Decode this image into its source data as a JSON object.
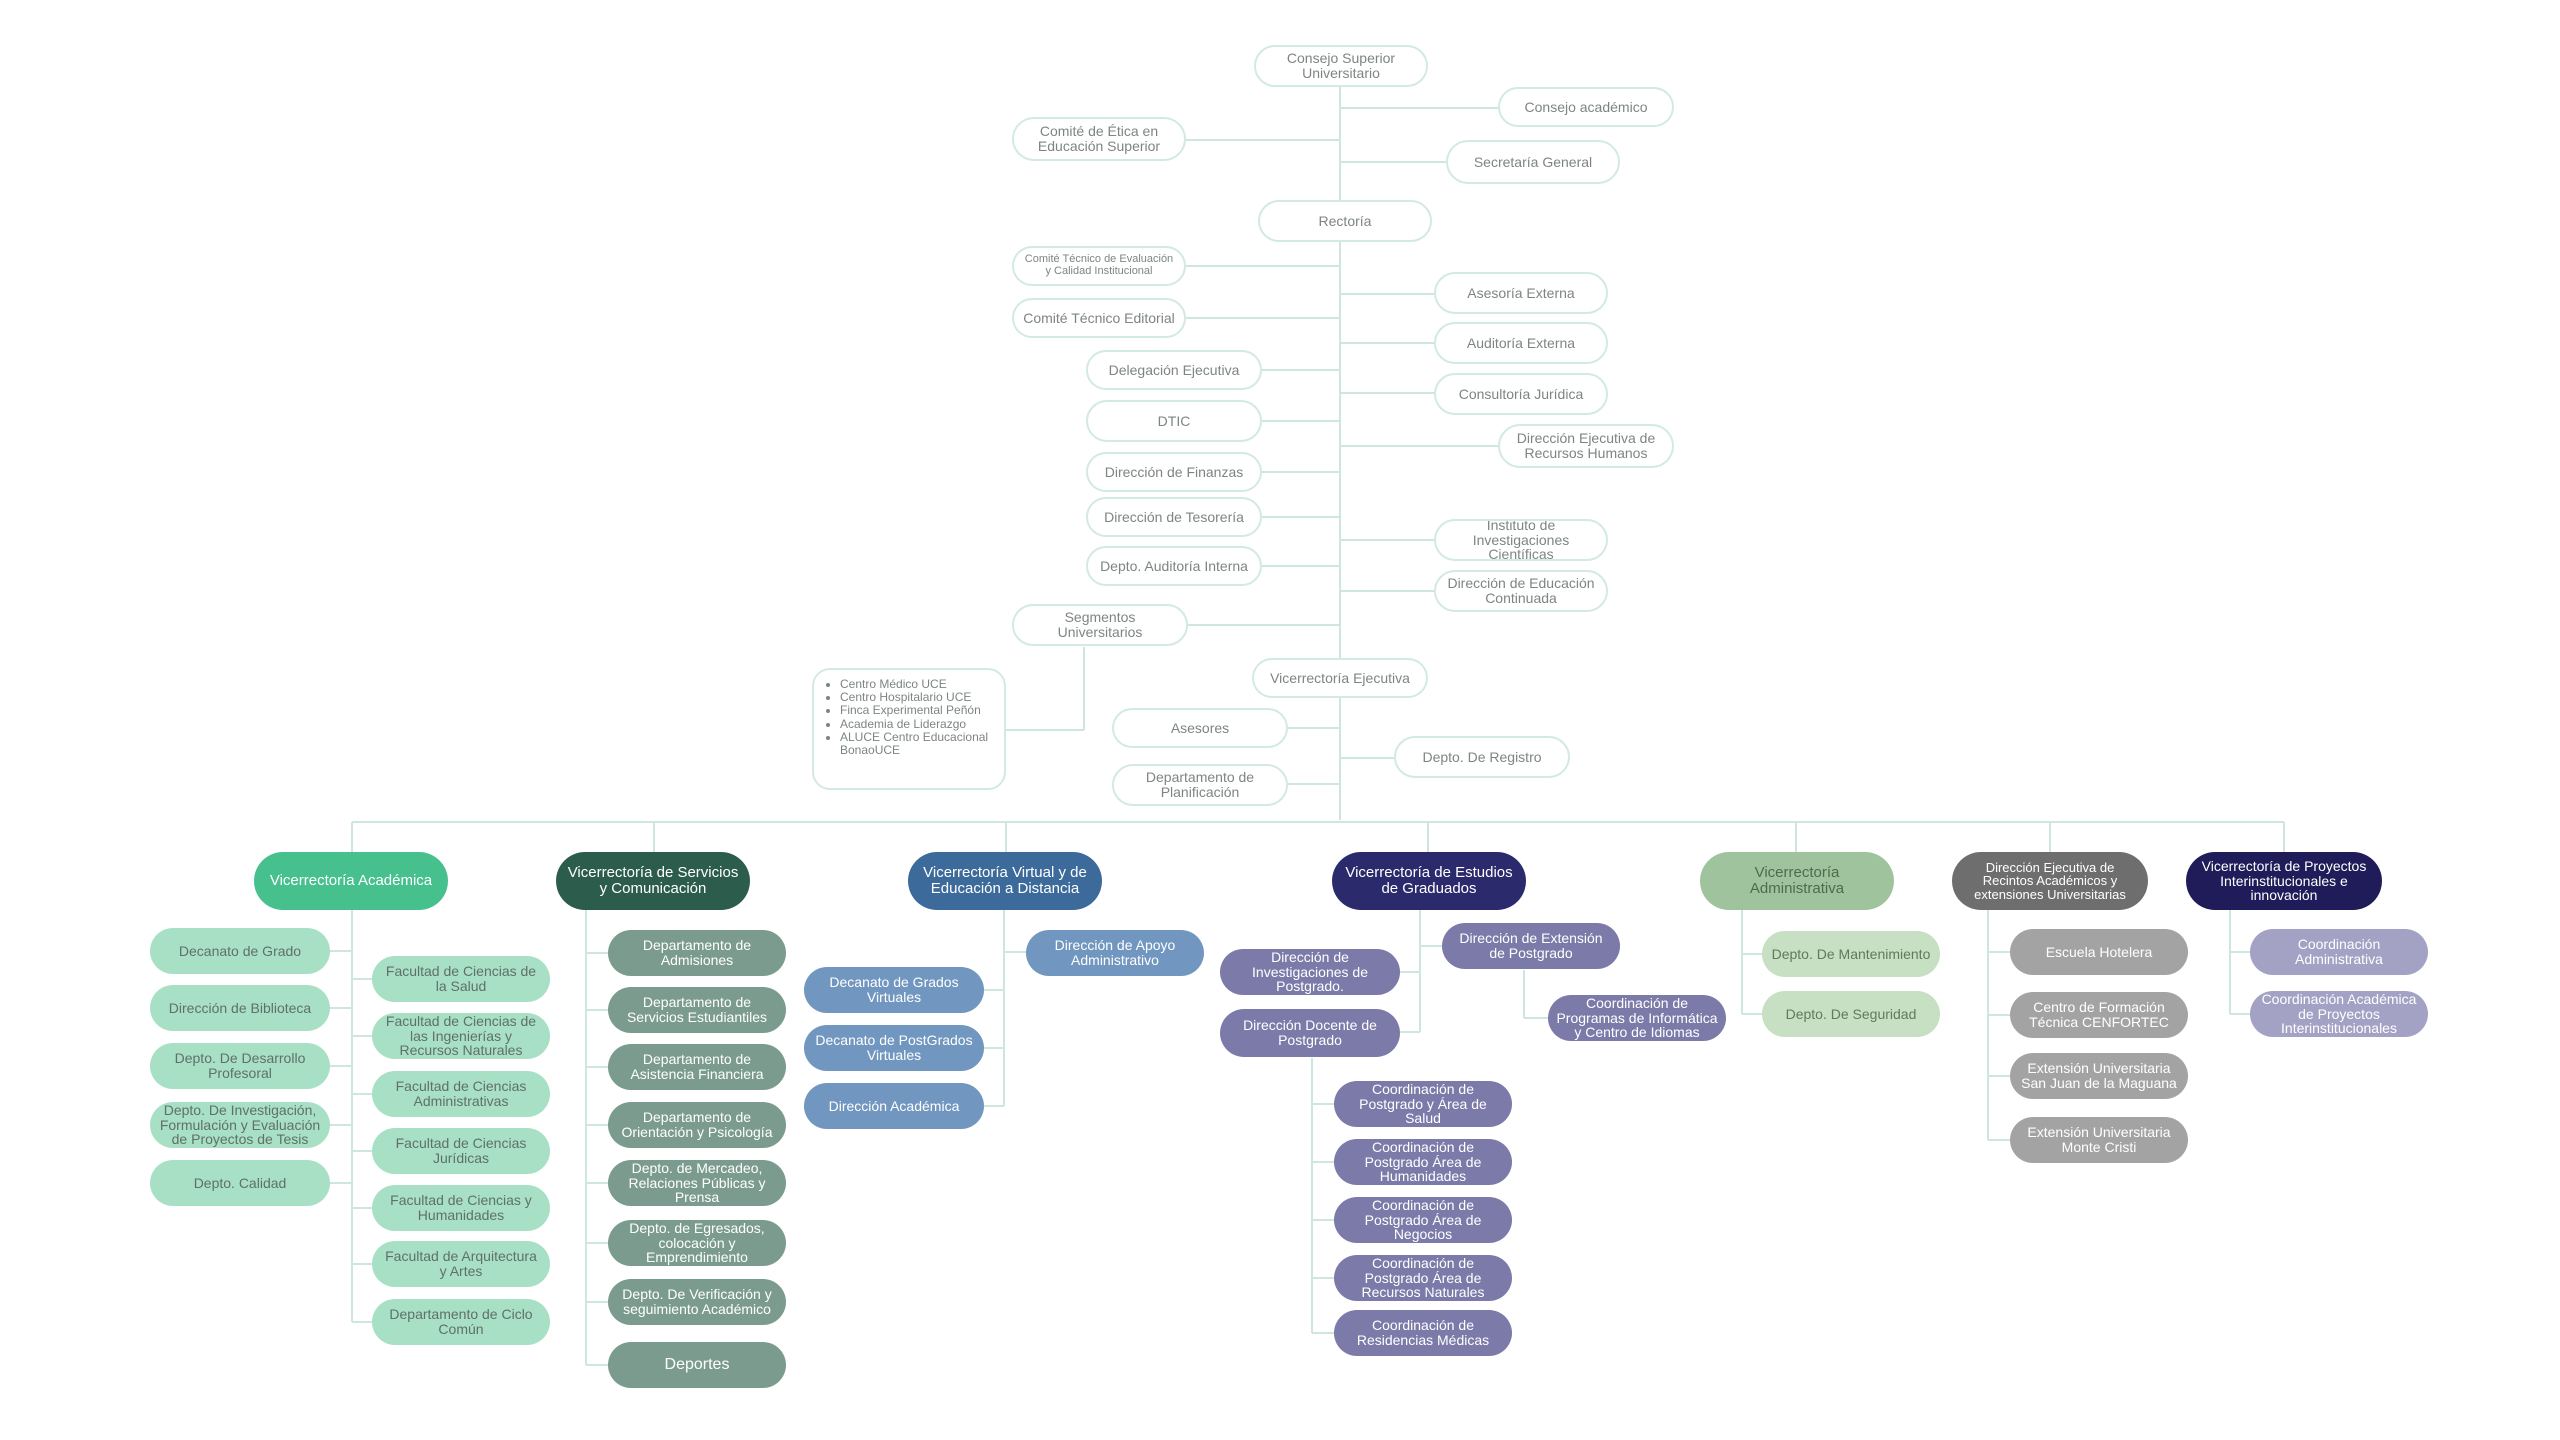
{
  "top": {
    "consejo_superior": "Consejo Superior Universitario",
    "consejo_academico": "Consejo académico",
    "comite_etica": "Comité de Ética en Educación Superior",
    "secretaria": "Secretaría General",
    "rectoria": "Rectoría",
    "comite_evaluacion": "Comité Técnico de Evaluación y Calidad Institucional",
    "comite_editorial": "Comité Técnico Editorial",
    "asesoria": "Asesoría Externa",
    "auditoria_ext": "Auditoría Externa",
    "delegacion": "Delegación Ejecutiva",
    "consultoria": "Consultoría Jurídica",
    "dtic": "DTIC",
    "rrhh": "Dirección Ejecutiva de Recursos Humanos",
    "finanzas": "Dirección de Finanzas",
    "tesoreria": "Dirección de Tesorería",
    "instituto": "Instituto de Investigaciones Científicas",
    "auditoria_int": "Depto. Auditoría Interna",
    "educacion_continuada": "Dirección de Educación Continuada",
    "segmentos": "Segmentos Universitarios",
    "vicerrectoria_ejecutiva": "Vicerrectoría Ejecutiva",
    "asesores": "Asesores",
    "registro": "Depto. De Registro",
    "planificacion": "Departamento de Planificación"
  },
  "segmentos_list": [
    "Centro Médico UCE",
    "Centro Hospitalario UCE",
    "Finca Experimental Peñón",
    "Academia de Liderazgo",
    "ALUCE Centro Educacional BonaoUCE"
  ],
  "academica": {
    "head": "Vicerrectoría Académica",
    "left": [
      "Decanato de Grado",
      "Dirección de Biblioteca",
      "Depto. De Desarrollo Profesoral",
      "Depto. De Investigación, Formulación y Evaluación de Proyectos de Tesis",
      "Depto. Calidad"
    ],
    "right": [
      "Facultad de Ciencias de la Salud",
      "Facultad de Ciencias de las Ingenierías y Recursos Naturales",
      "Facultad de Ciencias Administrativas",
      "Facultad de Ciencias Jurídicas",
      "Facultad de Ciencias y Humanidades",
      "Facultad de Arquitectura y Artes",
      "Departamento de Ciclo Común"
    ]
  },
  "servicios": {
    "head": "Vicerrectoría de Servicios y Comunicación",
    "items": [
      "Departamento de Admisiones",
      "Departamento de Servicios Estudiantiles",
      "Departamento de Asistencia Financiera",
      "Departamento de Orientación y Psicología",
      "Depto. de Mercadeo, Relaciones Públicas y Prensa",
      "Depto. de Egresados, colocación y Emprendimiento",
      "Depto. De Verificación y seguimiento Académico",
      "Deportes"
    ]
  },
  "virtual": {
    "head": "Vicerrectoría Virtual y de Educación a Distancia",
    "right": [
      "Dirección de Apoyo Administrativo"
    ],
    "left": [
      "Decanato de Grados Virtuales",
      "Decanato de PostGrados Virtuales",
      "Dirección Académica"
    ]
  },
  "graduados": {
    "head": "Vicerrectoría de Estudios de Graduados",
    "investigaciones": "Dirección de Investigaciones de Postgrado.",
    "extension": "Dirección de Extensión de Postgrado",
    "programas": "Coordinación de Programas de Informática y Centro de Idiomas",
    "docente": "Dirección Docente de Postgrado",
    "items": [
      "Coordinación de Postgrado y Área de Salud",
      "Coordinación de Postgrado Área de Humanidades",
      "Coordinación de Postgrado Área de Negocios",
      "Coordinación de Postgrado Área de Recursos Naturales",
      "Coordinación de Residencias Médicas"
    ]
  },
  "administrativa": {
    "head": "Vicerrectoría Administrativa",
    "items": [
      "Depto. De Mantenimiento",
      "Depto. De Seguridad"
    ]
  },
  "recintos": {
    "head": "Dirección Ejecutiva de Recintos Académicos y extensiones Universitarias",
    "items": [
      "Escuela Hotelera",
      "Centro de Formación Técnica CENFORTEC",
      "Extensión Universitaria San Juan de la Maguana",
      "Extensión Universitaria Monte Cristi"
    ]
  },
  "proyectos": {
    "head": "Vicerrectoría de Proyectos Interinstitucionales e innovación",
    "items": [
      "Coordinación Administrativa",
      "Coordinación Académica de Proyectos Interinstitucionales"
    ]
  },
  "colors": {
    "outline_border": "#d3e9e3",
    "outline_text": "#7d8582",
    "connector": "#cfe6df",
    "academica_head": "#46c08c",
    "academica_item": "#a8e0c6",
    "servicios_head": "#2c5c4c",
    "servicios_item": "#7b9b8e",
    "virtual_head": "#3c6a9b",
    "virtual_item": "#7196bf",
    "graduados_head": "#2b2a6c",
    "graduados_item": "#7c7aa9",
    "administrativa_head": "#9fc39c",
    "administrativa_item": "#c7dfc3",
    "recintos_head": "#6e6e6e",
    "recintos_item": "#a3a3a3",
    "proyectos_head": "#1f1c59",
    "proyectos_item": "#a4a2c4"
  }
}
